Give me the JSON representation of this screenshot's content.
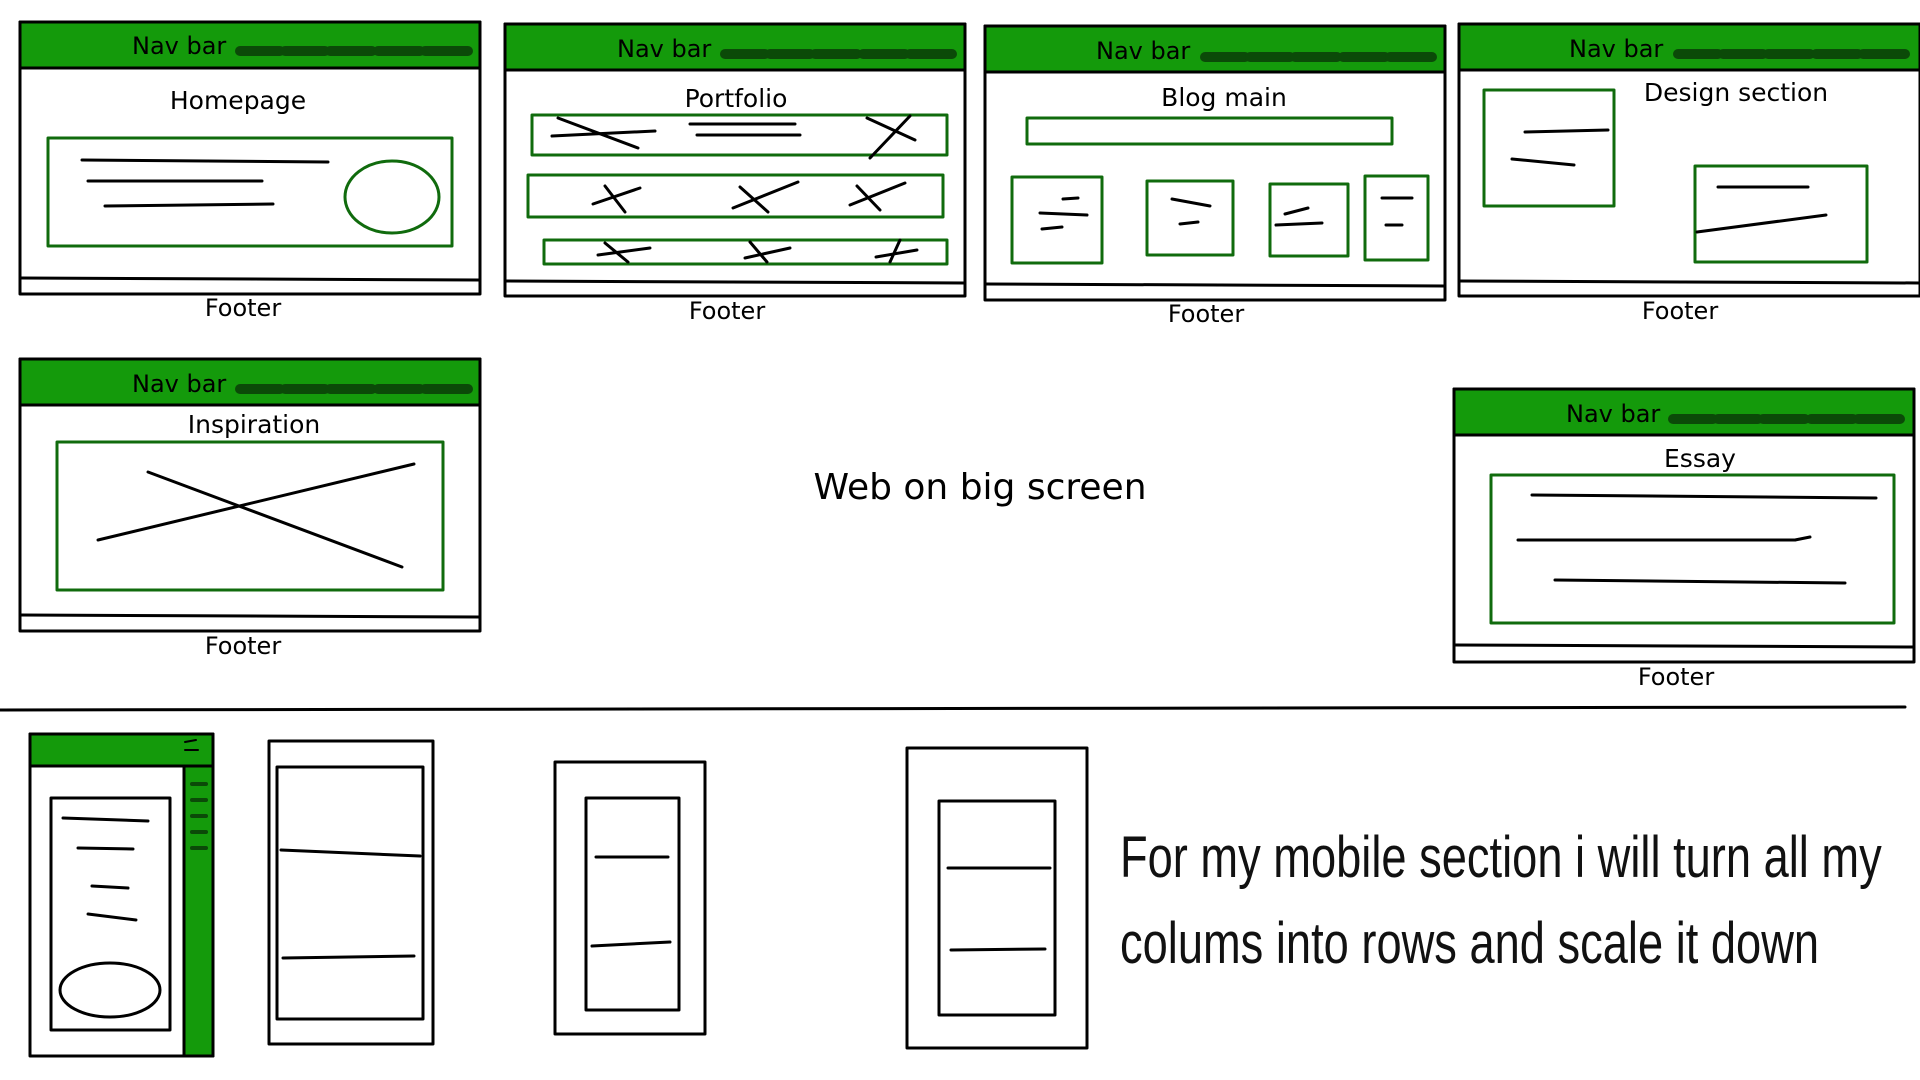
{
  "colors": {
    "nav_green": "#149a0b",
    "nav_dash": "#0b4a08",
    "outline_green": "#106b0d",
    "ink": "#000000"
  },
  "desktop": {
    "nav_label": "Nav bar",
    "footer_label": "Footer",
    "pages": [
      {
        "id": "homepage",
        "title": "Homepage"
      },
      {
        "id": "portfolio",
        "title": "Portfolio"
      },
      {
        "id": "blog-main",
        "title": "Blog main"
      },
      {
        "id": "design-section",
        "title": "Design section"
      },
      {
        "id": "inspiration",
        "title": "Inspiration"
      },
      {
        "id": "essay",
        "title": "Essay"
      }
    ]
  },
  "center_label": "Web on big screen",
  "mobile": {
    "note_line1": "For my mobile section i will turn all my",
    "note_line2": "colums into rows and scale it down"
  }
}
